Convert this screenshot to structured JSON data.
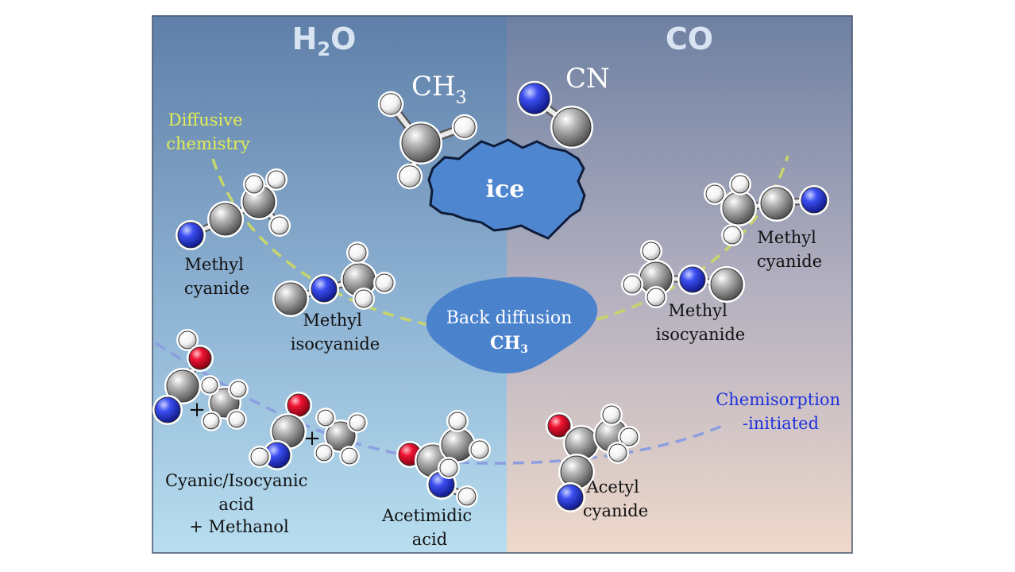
{
  "panels": {
    "left_title_main": "H",
    "left_title_sub": "2",
    "left_title_tail": "O",
    "right_title": "CO"
  },
  "radicals": {
    "ch3_main": "CH",
    "ch3_sub": "3",
    "cn": "CN"
  },
  "ice_label": "ice",
  "back_diffusion": {
    "line1": "Back diffusion",
    "line2_main": "CH",
    "line2_sub": "3"
  },
  "pathways": {
    "diffusive": [
      "Diffusive",
      "chemistry"
    ],
    "chemisorption": [
      "Chemisorption",
      "-initiated"
    ]
  },
  "molecules": {
    "left_methyl_cyanide": [
      "Methyl",
      "cyanide"
    ],
    "left_methyl_isocyanide": [
      "Methyl",
      "isocyanide"
    ],
    "cyanic_acid": [
      "Cyanic/Isocyanic",
      "acid",
      "+ Methanol"
    ],
    "acetimidic_acid": [
      "Acetimidic",
      "acid"
    ],
    "right_methyl_cyanide": [
      "Methyl",
      "cyanide"
    ],
    "right_methyl_isocyanide": [
      "Methyl",
      "isocyanide"
    ],
    "acetyl_cyanide": [
      "Acetyl",
      "cyanide"
    ]
  },
  "plus_sign": "+",
  "colors": {
    "left_top": "#5f7fa8",
    "left_bottom": "#b6dcec",
    "right_top": "#6f81a3",
    "right_bottom": "#edd8cb",
    "diffusive_path": "#c8d56a",
    "diffusive_text": "#e5ee55",
    "chemisorption_path": "#8c9ee0",
    "chemisorption_text": "#2233dd",
    "ice": "#4e86cf",
    "carbon": "#909090",
    "nitrogen": "#2f3fd8",
    "oxygen": "#e0102a",
    "hydrogen": "#ffffff"
  }
}
